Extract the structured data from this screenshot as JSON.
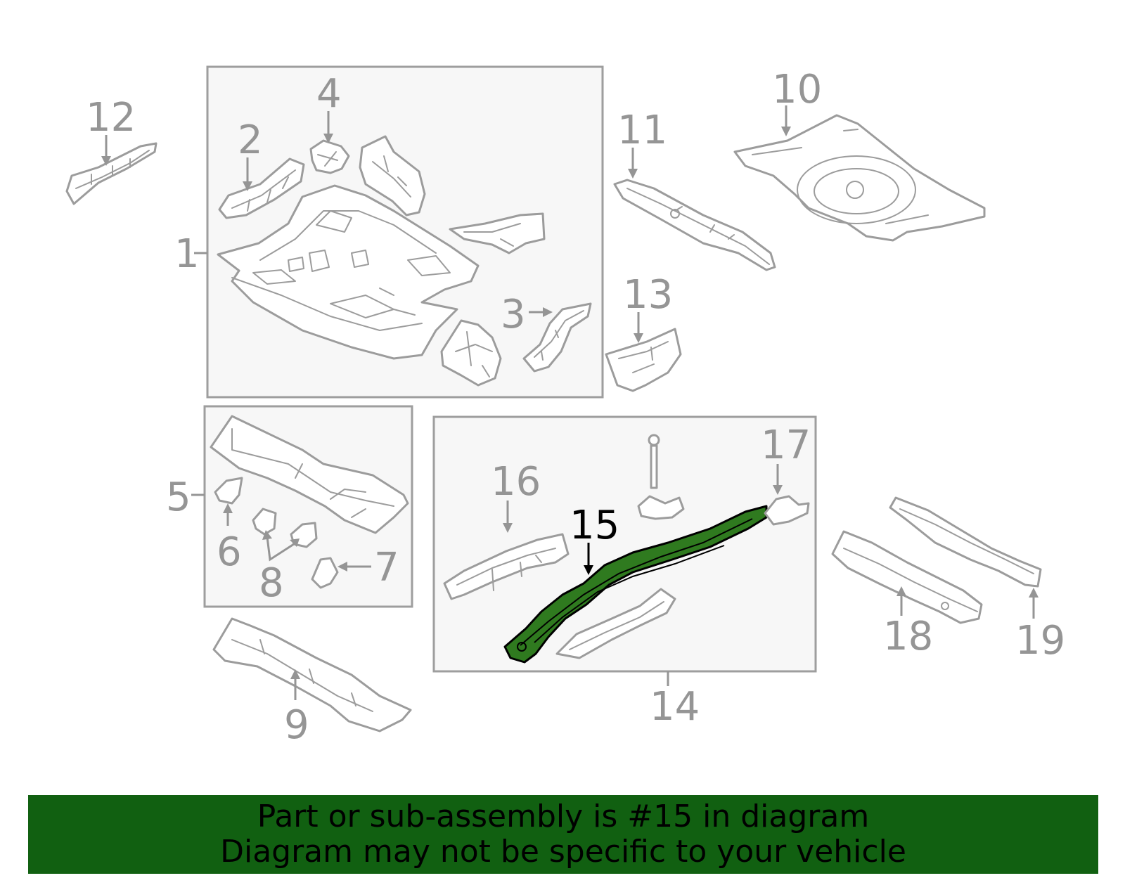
{
  "diagram": {
    "callouts": [
      {
        "id": "1",
        "label": "1"
      },
      {
        "id": "2",
        "label": "2"
      },
      {
        "id": "3",
        "label": "3"
      },
      {
        "id": "4",
        "label": "4"
      },
      {
        "id": "5",
        "label": "5"
      },
      {
        "id": "6",
        "label": "6"
      },
      {
        "id": "7",
        "label": "7"
      },
      {
        "id": "8",
        "label": "8"
      },
      {
        "id": "9",
        "label": "9"
      },
      {
        "id": "10",
        "label": "10"
      },
      {
        "id": "11",
        "label": "11"
      },
      {
        "id": "12",
        "label": "12"
      },
      {
        "id": "13",
        "label": "13"
      },
      {
        "id": "14",
        "label": "14"
      },
      {
        "id": "15",
        "label": "15"
      },
      {
        "id": "16",
        "label": "16"
      },
      {
        "id": "17",
        "label": "17"
      },
      {
        "id": "18",
        "label": "18"
      },
      {
        "id": "19",
        "label": "19"
      }
    ],
    "highlighted_part": "15",
    "colors": {
      "callout_text": "#959595",
      "highlight_text": "#000000",
      "highlight_fill": "#2f7a1f",
      "part_line": "#9c9c9c",
      "group_box_fill": "#f7f7f7",
      "group_box_border": "#9e9e9e"
    }
  },
  "banner": {
    "line1": "Part or sub-assembly is #15 in diagram",
    "line2": "Diagram may not be specific to your vehicle",
    "background": "#116011",
    "text_color": "#000000"
  }
}
